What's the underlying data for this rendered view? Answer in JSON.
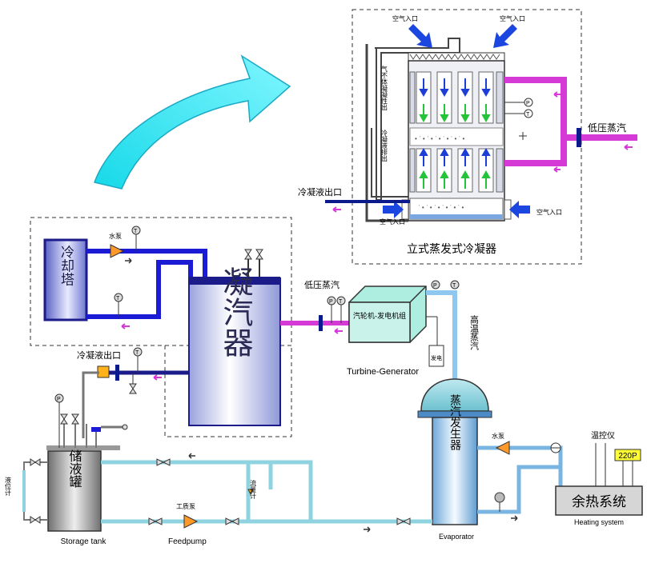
{
  "cooling_tower": {
    "label": "冷却塔"
  },
  "condenser": {
    "label": "凝汽器"
  },
  "evap_condenser": {
    "title": "立式蒸发式冷凝器",
    "air_in_top_left": "空气入口",
    "air_in_top_right": "空气入口",
    "air_in_bottom_left": "空气入口",
    "air_in_bottom_right": "空气入口",
    "noncondensable": "气不体凝凝性出",
    "condensate_flow": "冷凝液排出",
    "low_pressure_steam": "低压蒸汽",
    "condensate_outlet": "冷凝液出口"
  },
  "water_pump_top": "水泵",
  "low_pressure_steam": "低压蒸汽",
  "condensate_outlet": "冷凝液出口",
  "turbine": {
    "label_cn": "汽轮机-发电机组",
    "label_en": "Turbine-Generator",
    "box_label": "发电"
  },
  "high_temp_steam": "高温蒸汽",
  "evaporator": {
    "label_cn": "蒸汽发生器",
    "label_en": "Evaporator"
  },
  "water_pump_right": "水泵",
  "temp_controller": "温控仪",
  "power": "220P",
  "heating_system": {
    "label_cn": "余热系统",
    "label_en": "Heating system"
  },
  "storage_tank": {
    "label_cn": "储液罐",
    "label_en": "Storage tank"
  },
  "level_gauge": "液位计",
  "feed_pump": {
    "label_cn": "工质泵",
    "label_en": "Feedpump"
  },
  "flow_meter": "流量计",
  "gauge_p": "P",
  "gauge_t": "T",
  "colors": {
    "navy": "#0a1a8c",
    "magenta": "#d63ad6",
    "cyan_pipe": "#8fd3e0",
    "arrow_cyan": "#22e6f0",
    "vessel_dark": "#1b1b8a",
    "evaporator_blue": "#7ab4e0",
    "yellow": "#ffff33"
  }
}
